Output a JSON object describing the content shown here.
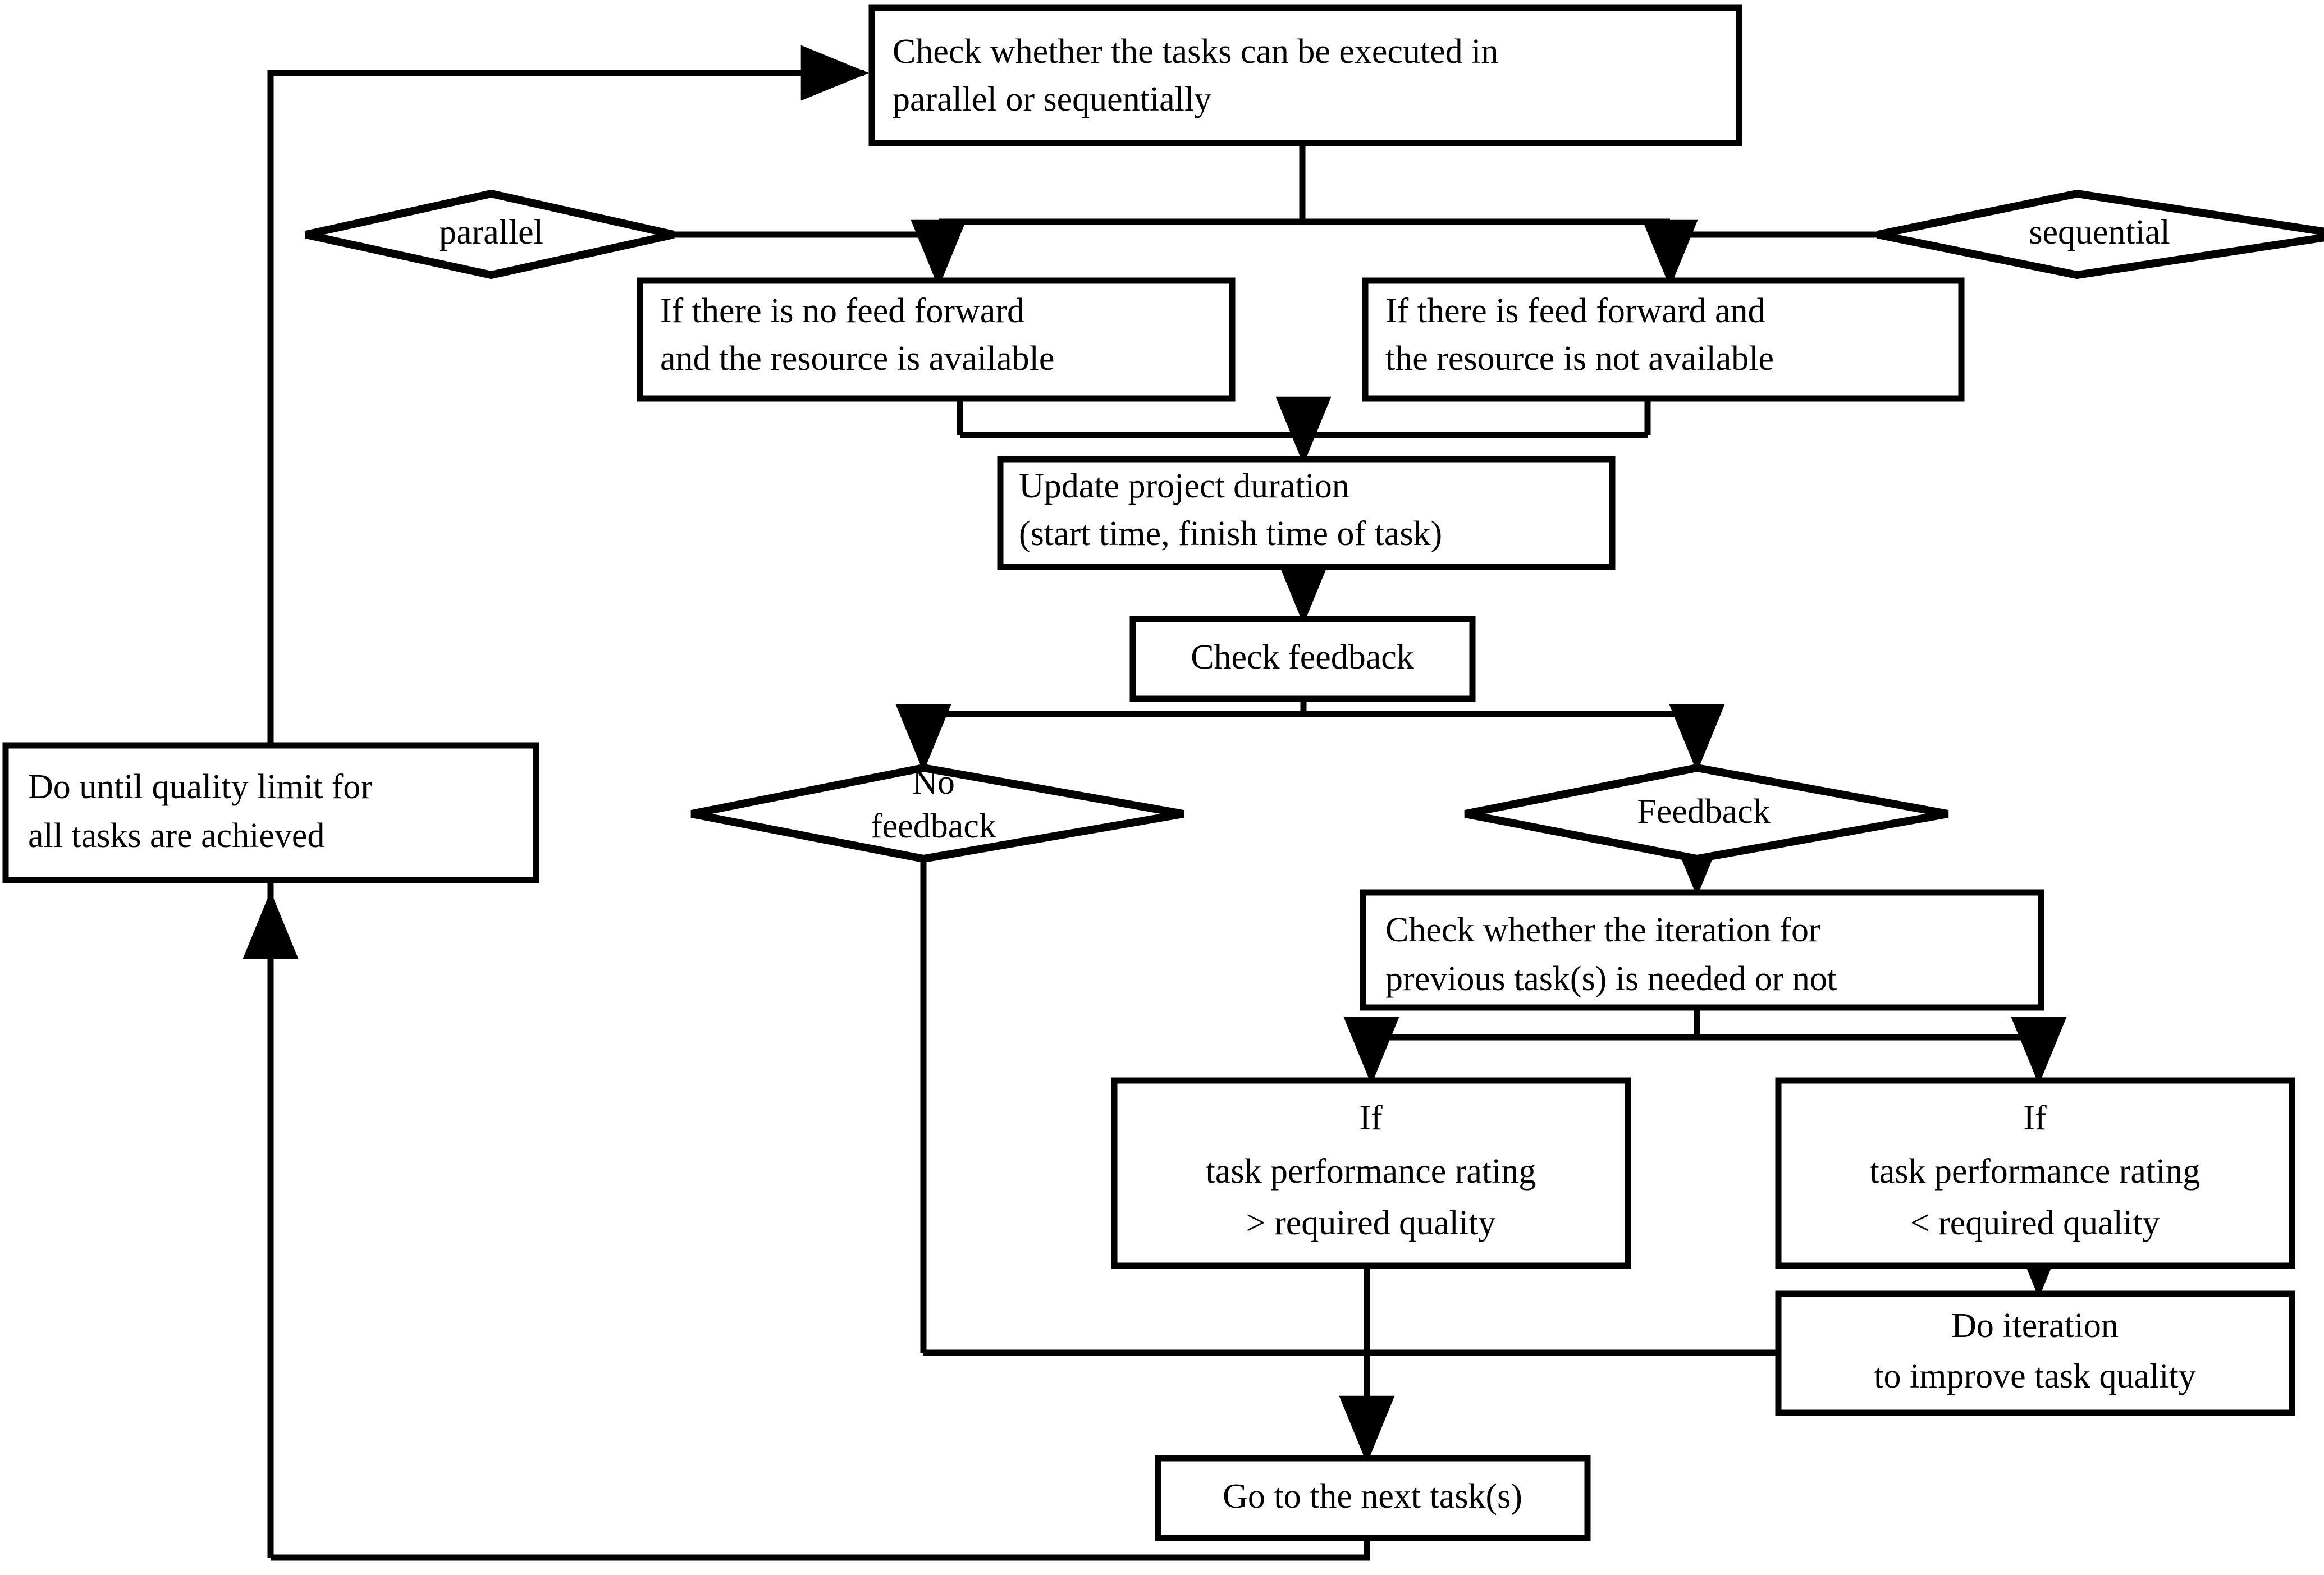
{
  "diagram": {
    "title": "Task execution and iteration flowchart",
    "colors": {
      "stroke": "#000000",
      "fill": "#ffffff",
      "text": "#000000"
    },
    "nodes": {
      "check_parallel": {
        "shape": "rectangle",
        "lines": [
          "Check whether the tasks can be executed in",
          "parallel or sequentially"
        ],
        "align": "left"
      },
      "parallel": {
        "shape": "diamond",
        "lines": [
          "parallel"
        ]
      },
      "sequential": {
        "shape": "diamond",
        "lines": [
          "sequential"
        ]
      },
      "no_feed_forward": {
        "shape": "rectangle",
        "lines": [
          "If there is no feed forward",
          "and the resource is available"
        ],
        "align": "left"
      },
      "feed_forward": {
        "shape": "rectangle",
        "lines": [
          "If there is feed forward and",
          "the resource is not available"
        ],
        "align": "left"
      },
      "update_duration": {
        "shape": "rectangle",
        "lines": [
          "Update project duration",
          "(start time, finish time of task)"
        ],
        "align": "left"
      },
      "check_feedback": {
        "shape": "rectangle",
        "lines": [
          "Check feedback"
        ],
        "align": "center"
      },
      "no_feedback": {
        "shape": "diamond",
        "lines": [
          "No",
          "feedback"
        ]
      },
      "feedback": {
        "shape": "diamond",
        "lines": [
          "Feedback"
        ]
      },
      "check_iteration": {
        "shape": "rectangle",
        "lines": [
          "Check whether the iteration for",
          "previous task(s) is needed or not"
        ],
        "align": "left"
      },
      "rating_above": {
        "shape": "rectangle",
        "lines": [
          "If",
          "task performance rating",
          "> required quality"
        ],
        "align": "center"
      },
      "rating_below": {
        "shape": "rectangle",
        "lines": [
          "If",
          "task performance rating",
          "< required quality"
        ],
        "align": "center"
      },
      "do_iteration": {
        "shape": "rectangle",
        "lines": [
          "Do iteration",
          "to improve task quality"
        ],
        "align": "center"
      },
      "next_task": {
        "shape": "rectangle",
        "lines": [
          "Go to the next task(s)"
        ],
        "align": "center"
      },
      "do_until_quality": {
        "shape": "rectangle",
        "lines": [
          "Do until quality limit for",
          "all tasks are achieved"
        ],
        "align": "left"
      }
    },
    "edges": [
      {
        "from": "check_parallel",
        "to": "no_feed_forward",
        "label": ""
      },
      {
        "from": "check_parallel",
        "to": "feed_forward",
        "label": ""
      },
      {
        "from": "parallel",
        "to": "no_feed_forward",
        "label": ""
      },
      {
        "from": "sequential",
        "to": "feed_forward",
        "label": ""
      },
      {
        "from": "no_feed_forward",
        "to": "update_duration",
        "label": ""
      },
      {
        "from": "feed_forward",
        "to": "update_duration",
        "label": ""
      },
      {
        "from": "update_duration",
        "to": "check_feedback",
        "label": ""
      },
      {
        "from": "check_feedback",
        "to": "no_feedback",
        "label": ""
      },
      {
        "from": "check_feedback",
        "to": "feedback",
        "label": ""
      },
      {
        "from": "feedback",
        "to": "check_iteration",
        "label": ""
      },
      {
        "from": "check_iteration",
        "to": "rating_above",
        "label": ""
      },
      {
        "from": "check_iteration",
        "to": "rating_below",
        "label": ""
      },
      {
        "from": "rating_below",
        "to": "do_iteration",
        "label": ""
      },
      {
        "from": "rating_above",
        "to": "next_task",
        "label": ""
      },
      {
        "from": "no_feedback",
        "to": "next_task",
        "label": ""
      },
      {
        "from": "do_iteration",
        "to": "next_task",
        "label": ""
      },
      {
        "from": "next_task",
        "to": "do_until_quality",
        "label": ""
      },
      {
        "from": "do_until_quality",
        "to": "check_parallel",
        "label": ""
      }
    ]
  }
}
